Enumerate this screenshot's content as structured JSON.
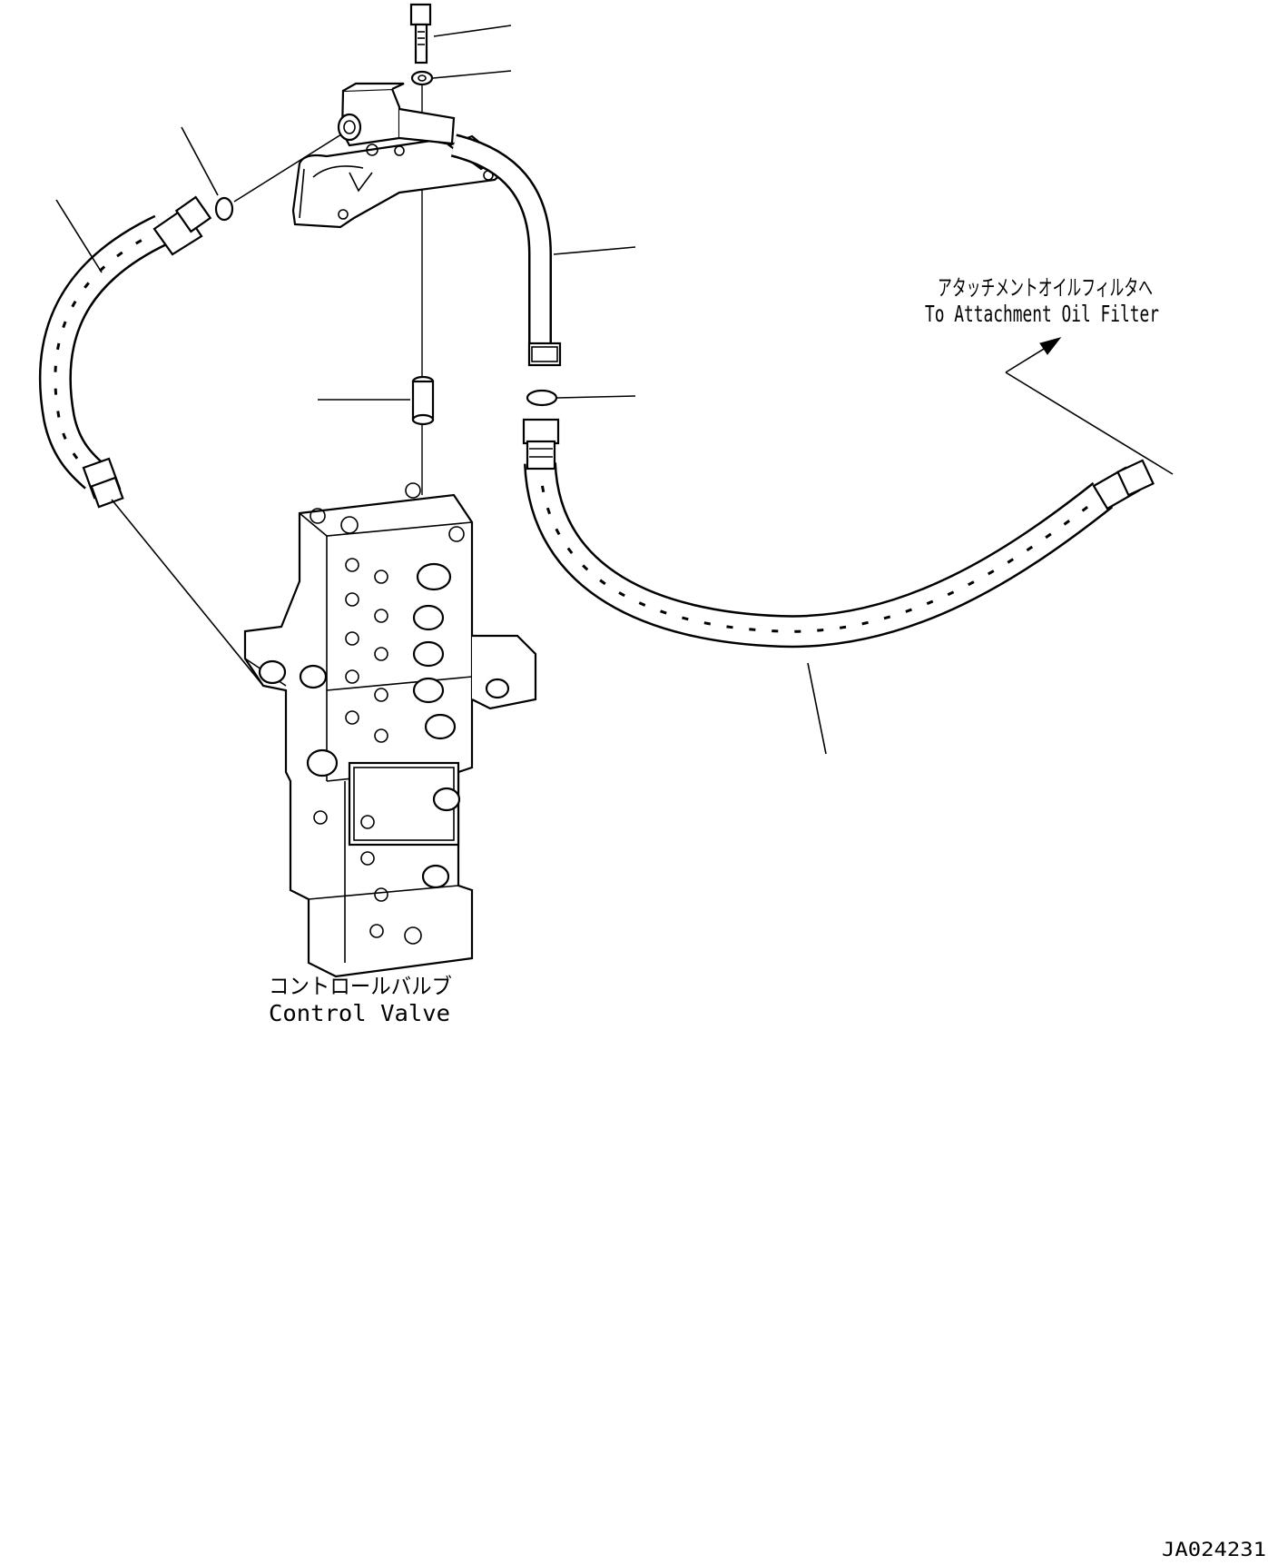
{
  "labels": {
    "filter_jp": "アタッチメントオイルフィルタへ",
    "filter_en": "To Attachment Oil Filter",
    "valve_jp": "コントロールバルブ",
    "valve_en": "Control Valve"
  },
  "drawing_code": "JA024231",
  "icons": [
    "bolt-icon",
    "washer-icon",
    "valve-block-icon",
    "hose-icon",
    "o-ring-icon",
    "bracket-icon",
    "arrow-icon"
  ]
}
